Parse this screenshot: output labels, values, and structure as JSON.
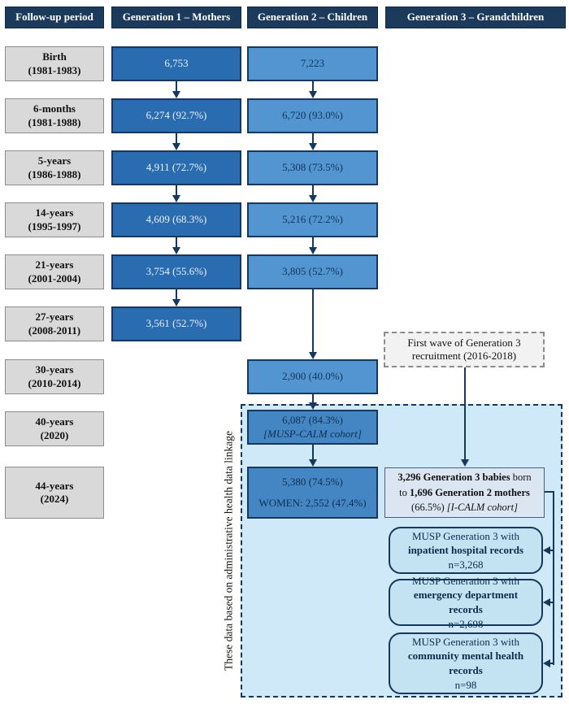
{
  "colors": {
    "navy": "#17375d",
    "header_bg": "#1c3a5c",
    "gen1_fill": "#2a6cb0",
    "gen2_fill": "#5295d0",
    "linked_fill": "#4486c4",
    "linkage_area_bg": "#cfe9f8",
    "record_fill": "#c3e3f2",
    "icalm_fill": "#dce6f2",
    "period_fill": "#d9d9d9",
    "first_wave_fill": "#f2f2f2"
  },
  "headers": {
    "followup": "Follow-up period",
    "gen1": "Generation 1 – Mothers",
    "gen2": "Generation 2 – Children",
    "gen3": "Generation 3 – Grandchildren"
  },
  "periods": [
    {
      "label": "Birth",
      "years": "(1981-1983)"
    },
    {
      "label": "6-months",
      "years": "(1981-1988)"
    },
    {
      "label": "5-years",
      "years": "(1986-1988)"
    },
    {
      "label": "14-years",
      "years": "(1995-1997)"
    },
    {
      "label": "21-years",
      "years": "(2001-2004)"
    },
    {
      "label": "27-years",
      "years": "(2008-2011)"
    },
    {
      "label": "30-years",
      "years": "(2010-2014)"
    },
    {
      "label": "40-years",
      "years": "(2020)"
    },
    {
      "label": "44-years",
      "years": "(2024)"
    }
  ],
  "gen1_values": [
    "6,753",
    "6,274 (92.7%)",
    "4,911 (72.7%)",
    "4,609 (68.3%)",
    "3,754 (55.6%)",
    "3,561 (52.7%)"
  ],
  "gen2_values": [
    "7,223",
    "6,720 (93.0%)",
    "5,308 (73.5%)",
    "5,216 (72.2%)",
    "3,805 (52.7%)",
    "2,900 (40.0%)"
  ],
  "musp_calm_box": {
    "value": "6,087 (84.3%)",
    "cohort": "[MUSP-CALM cohort]"
  },
  "age44_box": {
    "value": "5,380 (74.5%)",
    "women": "WOMEN: 2,552 (47.4%)"
  },
  "first_wave_box": {
    "line1": "First wave of Generation 3",
    "line2": "recruitment (2016-2018)"
  },
  "icalm_box": {
    "bold1": "3,296 Generation 3 babies",
    "rest1": " born",
    "rest2": "to ",
    "bold2": "1,696 Generation 2 mothers",
    "rest3": "(66.5%) ",
    "cohort": "[I-CALM cohort]"
  },
  "linkage_note": "These data based on administrative health data linkage",
  "record_boxes": [
    {
      "intro": "MUSP Generation 3 with",
      "type": "inpatient hospital records",
      "n": "n=3,268"
    },
    {
      "intro": "MUSP Generation 3 with",
      "type": "emergency department records",
      "n": "n=2,698"
    },
    {
      "intro": "MUSP Generation 3 with",
      "type": "community mental health records",
      "n": "n=98"
    }
  ]
}
